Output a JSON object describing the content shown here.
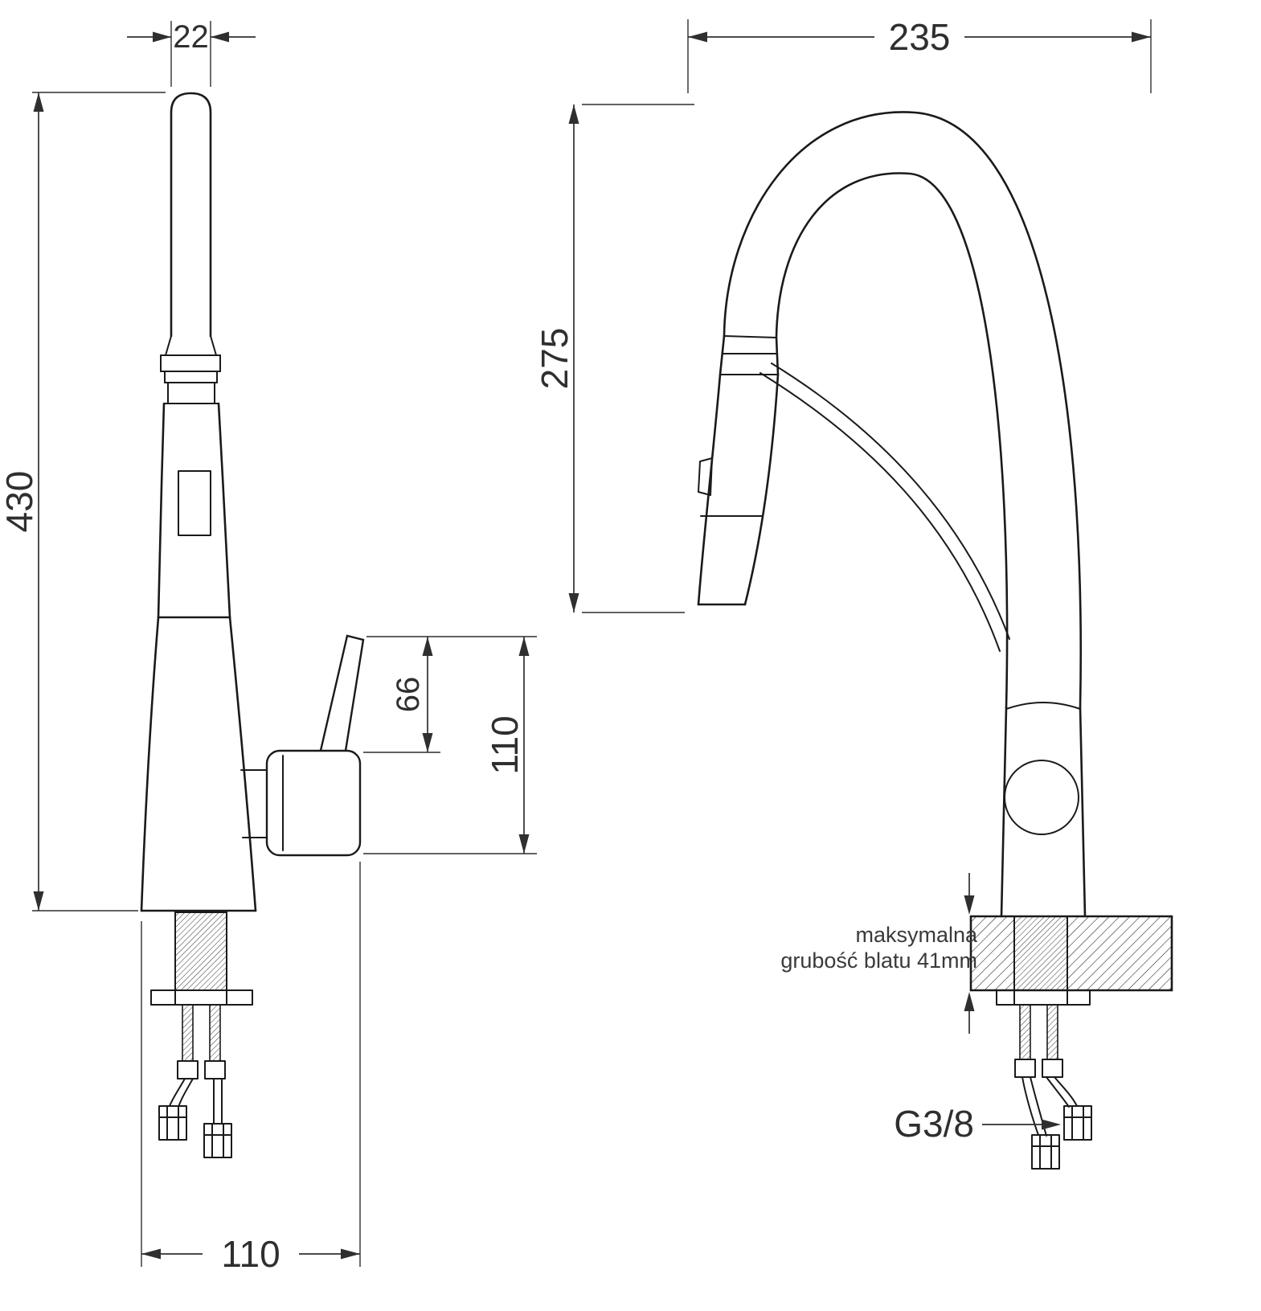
{
  "page": {
    "background": "#ffffff",
    "line_color": "#1a1a1a",
    "dimension_color": "#2f2f2f"
  },
  "left_view": {
    "dim_spout_tube_width": "22",
    "dim_total_height": "430",
    "dim_lever_height": "66",
    "dim_handle_total_height": "110",
    "dim_base_depth": "110"
  },
  "right_view": {
    "dim_spout_reach": "235",
    "dim_spout_clearance": "275",
    "counter_note_line1": "maksymalna",
    "counter_note_line2": "grubość blatu 41mm",
    "thread_size": "G3/8"
  }
}
